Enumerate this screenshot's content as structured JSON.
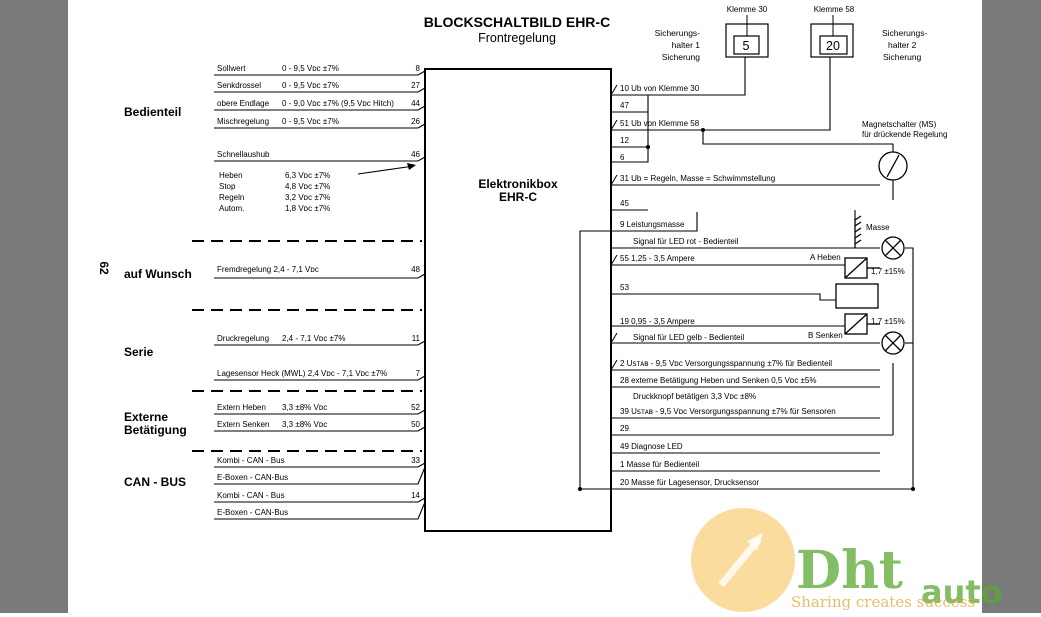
{
  "title": "BLOCKSCHALTBILD EHR-C",
  "subtitle": "Frontregelung",
  "page_number": "62",
  "box_label": [
    "Elektronikbox",
    "EHR-C"
  ],
  "groups": [
    "Bedienteil",
    "auf Wunsch",
    "Serie",
    "Externe",
    "Betätigung",
    "CAN - BUS"
  ],
  "left_signals": [
    {
      "label": "Sollwert",
      "spec": "0 - 9,5 Vᴅᴄ ±7%",
      "pin": "8"
    },
    {
      "label": "Senkdrossel",
      "spec": "0 - 9,5 Vᴅᴄ ±7%",
      "pin": "27"
    },
    {
      "label": "obere Endlage",
      "spec": "0 - 9,0 Vᴅᴄ ±7% (9,5 Vᴅᴄ Hitch)",
      "pin": "44"
    },
    {
      "label": "Mischregelung",
      "spec": "0 - 9,5 Vᴅᴄ ±7%",
      "pin": "26"
    },
    {
      "label": "Schnellaushub",
      "spec": "",
      "pin": "46"
    },
    {
      "label": "Fremdregelung 2,4 - 7,1 Vᴅᴄ",
      "spec": "",
      "pin": "48"
    },
    {
      "label": "Druckregelung",
      "spec": "2,4 - 7,1 Vᴅᴄ ±7%",
      "pin": "11"
    },
    {
      "label": "Lagesensor Heck (MWL) 2,4 Vᴅᴄ - 7,1 Vᴅᴄ ±7%",
      "spec": "",
      "pin": "7"
    },
    {
      "label": "Extern Heben",
      "spec": "3,3 ±8% Vᴅᴄ",
      "pin": "52"
    },
    {
      "label": "Extern Senken",
      "spec": "3,3 ±8% Vᴅᴄ",
      "pin": "50"
    },
    {
      "label": "Kombi - CAN - Bus",
      "spec": "",
      "pin": "33"
    },
    {
      "label": "E-Boxen - CAN-Bus",
      "spec": "",
      "pin": ""
    },
    {
      "label": "Kombi - CAN - Bus",
      "spec": "",
      "pin": "14"
    },
    {
      "label": "E-Boxen - CAN-Bus",
      "spec": "",
      "pin": ""
    }
  ],
  "schnellaushub_levels": [
    {
      "name": "Heben",
      "value": "6,3 Vᴅᴄ ±7%"
    },
    {
      "name": "Stop",
      "value": "4,8 Vᴅᴄ ±7%"
    },
    {
      "name": "Regeln",
      "value": "3,2 Vᴅᴄ ±7%"
    },
    {
      "name": "Autom.",
      "value": "1,8 Vᴅᴄ ±7%"
    }
  ],
  "right_signals": [
    "10  Ub von Klemme 30",
    "47",
    "51  Ub von Klemme 58",
    "12",
    "6",
    "31  Ub = Regeln, Masse = Schwimmstellung",
    "45",
    "9   Leistungsmasse",
    "Signal für LED rot - Bedienteil",
    "55      1,25 - 3,5 Ampere",
    "53",
    "19      0,95 - 3,5 Ampere",
    "Signal für LED gelb - Bedienteil",
    "2   Uꜱᴛᴀʙ - 9,5 Vᴅᴄ Versorgungsspannung ±7% für Bedienteil",
    "28  externe Betätigung Heben und Senken 0,5 Vᴅᴄ ±5%",
    "Druckknopf betätigen 3,3 Vᴅᴄ  ±8%",
    "39  Uꜱᴛᴀʙ - 9,5 Vᴅᴄ Versorgungsspannung ±7% für Sensoren",
    "29",
    "49  Diagnose LED",
    "1   Masse für Bedienteil",
    "20  Masse für Lagesensor, Drucksensor"
  ],
  "fuses": [
    {
      "klemme": "Klemme 30",
      "number": "5",
      "caption": [
        "Sicherungs-",
        "halter 1",
        "Sicherung"
      ]
    },
    {
      "klemme": "Klemme 58",
      "number": "20",
      "caption": [
        "Sicherungs-",
        "halter 2",
        "Sicherung"
      ]
    }
  ],
  "magnet_label": [
    "Magnetschalter (MS)",
    "für drückende Regelung"
  ],
  "masse_label": "Masse",
  "valve_labels": {
    "heben": "A Heben",
    "senken": "B Senken",
    "tol": "1,7   ±15%"
  },
  "watermark": {
    "brand": "Dht auto",
    "slogan": "Sharing creates success"
  }
}
